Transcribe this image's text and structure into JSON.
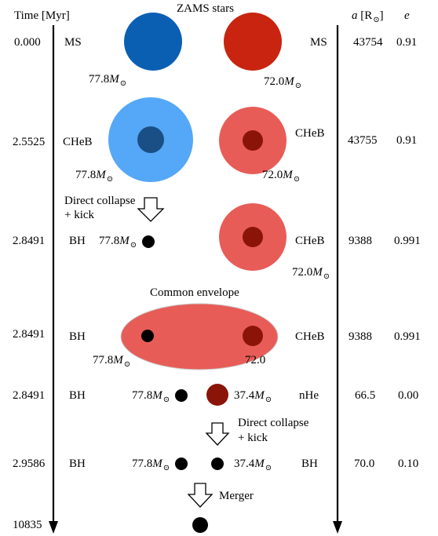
{
  "header": {
    "time_label": "Time [Myr]",
    "title": "ZAMS stars",
    "a_symbol": "a",
    "a_unit_open": "[R",
    "a_unit_sub": "⊙",
    "a_unit_close": "]",
    "e_label": "e"
  },
  "mass_suffix": {
    "symbol": "M",
    "sub": "⊙"
  },
  "colors": {
    "primary_ms": "#0b5fb3",
    "primary_cheb_envelope": "#55a7f7",
    "primary_cheb_core": "#1a4f86",
    "secondary_ms": "#c8240f",
    "secondary_cheb_envelope": "#e85c57",
    "secondary_cheb_core": "#8a1408",
    "common_envelope": "#e85c57",
    "helium_star": "#8a1408",
    "black_hole": "#000000"
  },
  "rows": [
    {
      "time": "0.000",
      "state1": "MS",
      "state2": "MS",
      "mass1": "77.8",
      "mass2": "72.0",
      "a": "43754",
      "e": "0.91"
    },
    {
      "time": "2.5525",
      "state1": "CHeB",
      "state2": "CHeB",
      "mass1": "77.8",
      "mass2": "72.0",
      "a": "43755",
      "e": "0.91"
    },
    {
      "time": "2.8491",
      "state1": "BH",
      "state2": "CHeB",
      "mass1": "77.8",
      "mass2": "72.0",
      "a": "9388",
      "e": "0.991"
    },
    {
      "time": "2.8491",
      "state1": "BH",
      "state2": "CHeB",
      "mass1": "77.8",
      "mass2": "72.0",
      "a": "9388",
      "e": "0.991"
    },
    {
      "time": "2.8491",
      "state1": "BH",
      "state2": "nHe",
      "mass1": "77.8",
      "mass2": "37.4",
      "a": "66.5",
      "e": "0.00"
    },
    {
      "time": "2.9586",
      "state1": "BH",
      "state2": "BH",
      "mass1": "77.8",
      "mass2": "37.4",
      "a": "70.0",
      "e": "0.10"
    },
    {
      "time": "10835"
    }
  ],
  "events": {
    "collapse1_line1": "Direct collapse",
    "collapse1_line2": "+ kick",
    "common_envelope": "Common envelope",
    "collapse2_line1": "Direct collapse",
    "collapse2_line2": "+ kick",
    "merger": "Merger"
  }
}
